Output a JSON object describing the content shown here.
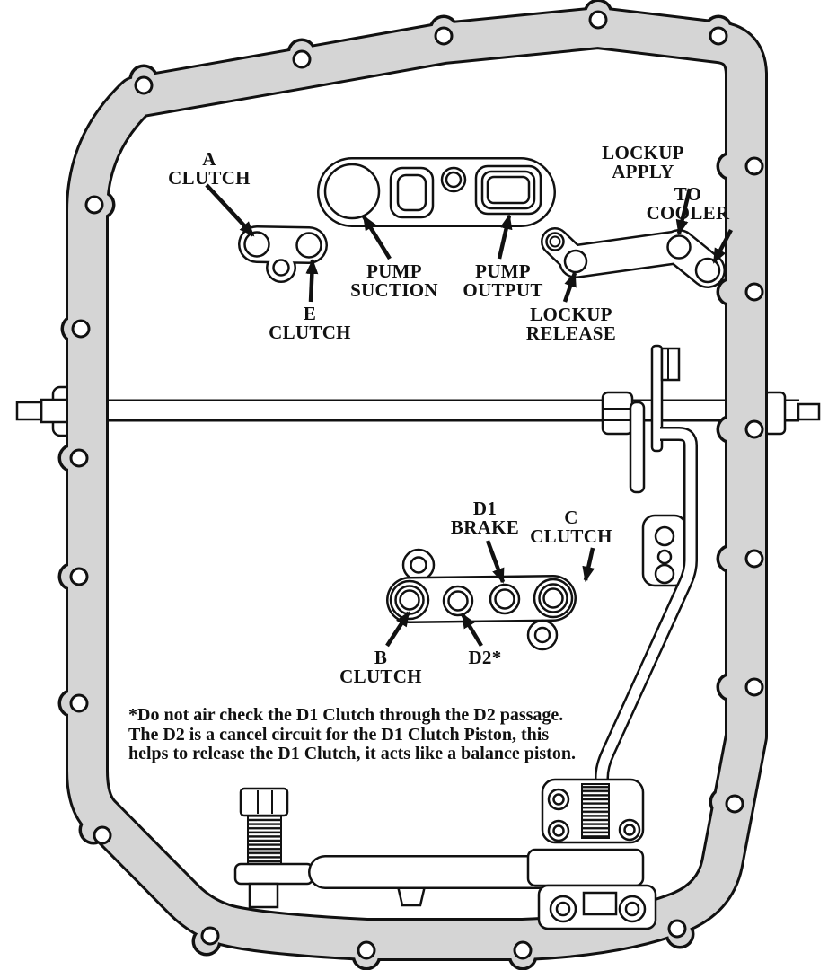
{
  "diagram": {
    "kind": "automatic-transmission case bottom view — air check passage identification",
    "colors": {
      "gasket_fill": "#d5d5d5",
      "line": "#111111",
      "background": "#ffffff"
    },
    "labels": {
      "a_clutch": [
        "A",
        "CLUTCH"
      ],
      "e_clutch": [
        "E",
        "CLUTCH"
      ],
      "pump_suction": [
        "PUMP",
        "SUCTION"
      ],
      "pump_output": [
        "PUMP",
        "OUTPUT"
      ],
      "lockup_apply": [
        "LOCKUP",
        "APPLY"
      ],
      "to_cooler": [
        "TO",
        "COOLER"
      ],
      "lockup_release": [
        "LOCKUP",
        "RELEASE"
      ],
      "d1_brake": [
        "D1",
        "BRAKE"
      ],
      "c_clutch": [
        "C",
        "CLUTCH"
      ],
      "b_clutch": [
        "B",
        "CLUTCH"
      ],
      "d2": [
        "D2*"
      ]
    },
    "footnote": [
      "*Do not air check the D1 Clutch through the D2 passage.",
      "The D2 is a cancel circuit for the D1 Clutch Piston, this",
      "helps to release the D1 Clutch, it acts like a balance piston."
    ]
  }
}
